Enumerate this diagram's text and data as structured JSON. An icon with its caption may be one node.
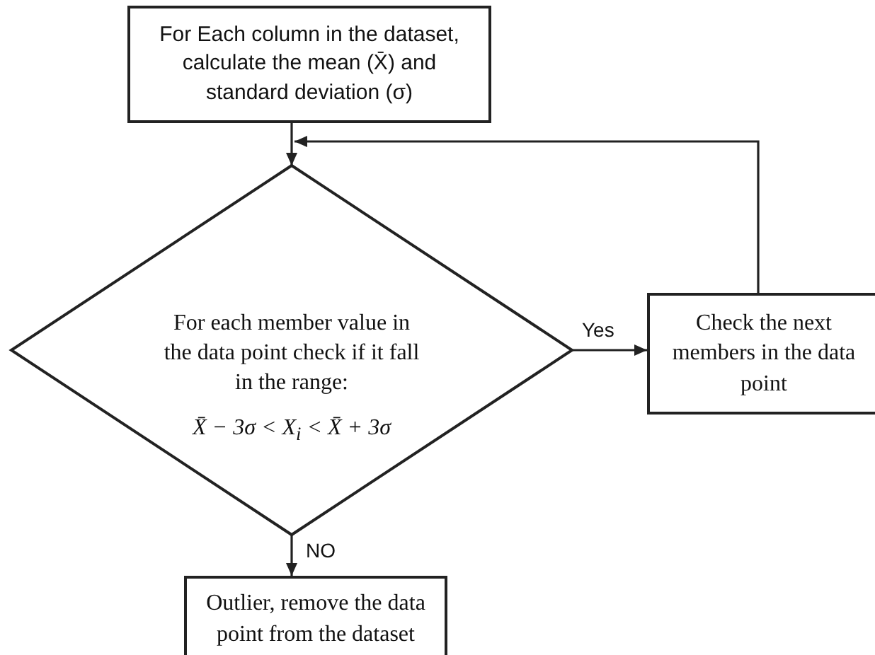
{
  "diagram": {
    "nodes": [
      {
        "text": [
          "For Each column in the dataset, calculate the mean (X̄) and standard deviation (σ)"
        ]
      },
      {
        "text": [
          "For each member value in the data point check if it fall in the range:",
          "X̄ − 3σ < X$_{i}$ < X̄ + 3σ"
        ]
      },
      {
        "text": [
          "Check the next members in the data point"
        ]
      },
      {
        "text": [
          "Outlier, remove the data point from the dataset"
        ]
      }
    ],
    "edges": [
      {
        "from": 0,
        "to": 1,
        "arrow": "to"
      },
      {
        "from": 1,
        "to": 2,
        "arrow": "to",
        "label": "Yes"
      },
      {
        "from": 2,
        "to": 1,
        "arrow": "to"
      },
      {
        "from": 1,
        "to": 3,
        "arrow": "to",
        "label": "NO"
      }
    ]
  }
}
